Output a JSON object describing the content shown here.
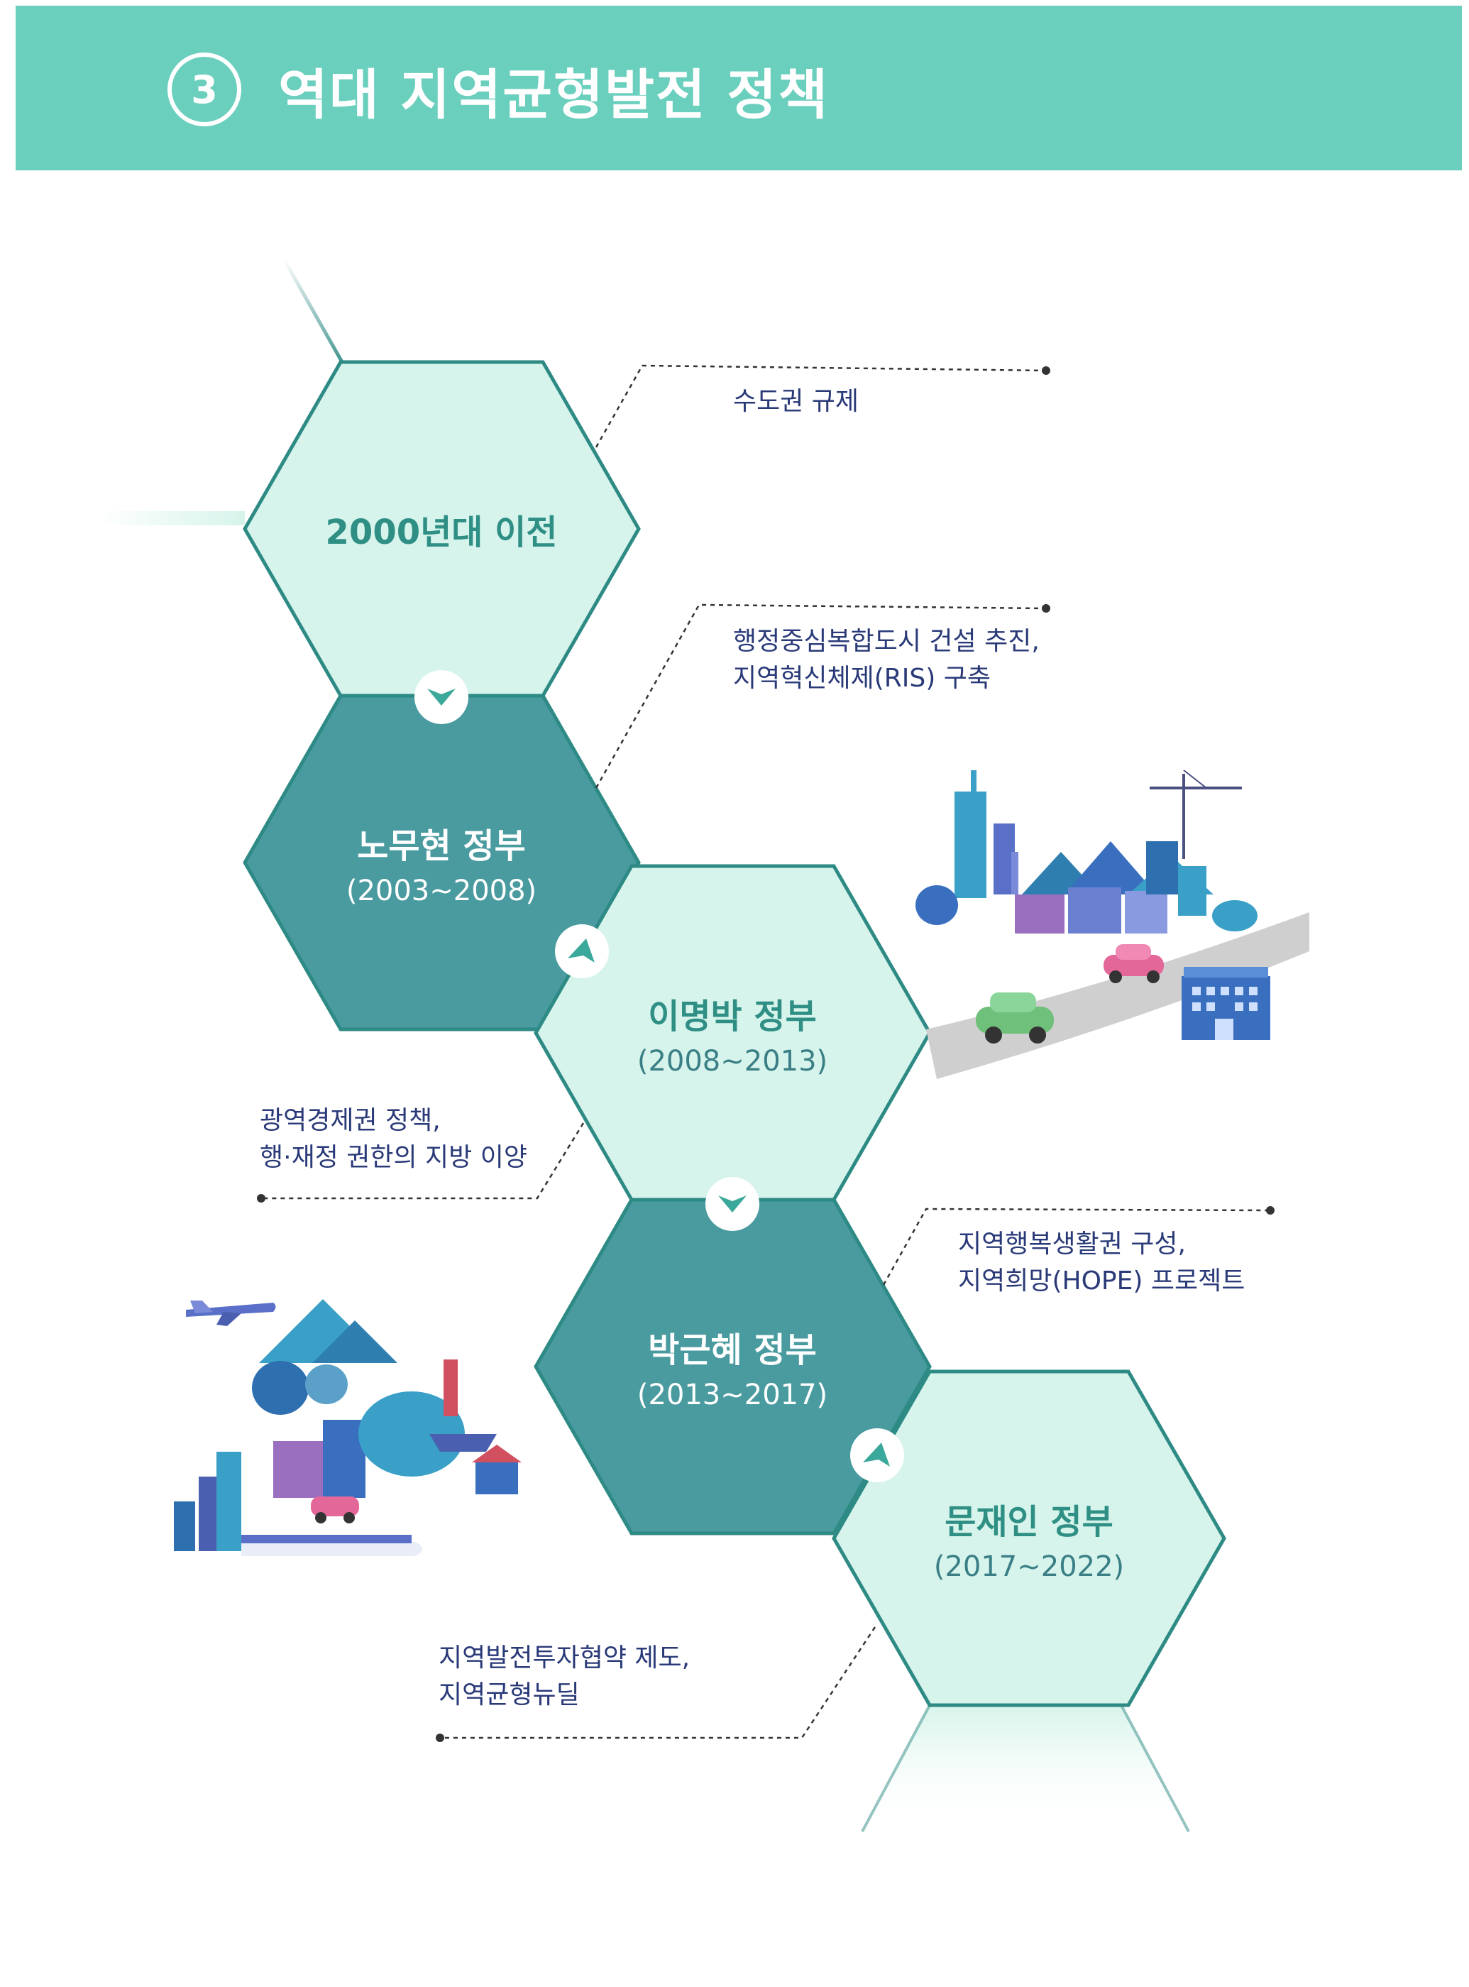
{
  "header": {
    "number": "3",
    "title": "역대 지역균형발전 정책"
  },
  "colors": {
    "header_bg": "#6bcfbd",
    "hex_light": "#d6f4eb",
    "hex_dark": "#4a9ba0",
    "hex_border": "#2e8a84",
    "policy_text": "#2a3a78"
  },
  "timeline": [
    {
      "era": "2000년대 이전",
      "years": "",
      "style": "light",
      "policy": [
        "수도권 규제"
      ]
    },
    {
      "era": "노무현 정부",
      "years": "(2003~2008)",
      "style": "dark",
      "policy": [
        "행정중심복합도시 건설 추진,",
        "지역혁신체제(RIS) 구축"
      ]
    },
    {
      "era": "이명박 정부",
      "years": "(2008~2013)",
      "style": "light",
      "policy": [
        "광역경제권 정책,",
        "행·재정 권한의 지방 이양"
      ]
    },
    {
      "era": "박근혜 정부",
      "years": "(2013~2017)",
      "style": "dark",
      "policy": [
        "지역행복생활권 구성,",
        "지역희망(HOPE) 프로젝트"
      ]
    },
    {
      "era": "문재인 정부",
      "years": "(2017~2022)",
      "style": "light",
      "policy": [
        "지역발전투자협약 제도,",
        "지역균형뉴딜"
      ]
    }
  ]
}
